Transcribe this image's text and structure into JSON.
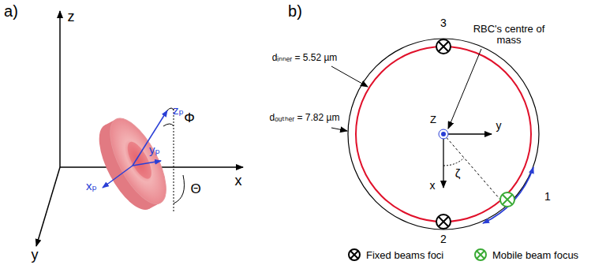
{
  "diagram": {
    "labels": [
      "a)",
      "z",
      "x",
      "y",
      "zₚ",
      "yₚ",
      "xₚ",
      "Φ",
      "Θ",
      "b)",
      "3",
      "RBC's centre of mass",
      "dᵢₙₙₑᵣ = 5.52 µm",
      "dₒᵤₜₕₑᵣ = 7.82 µm",
      "Z",
      "y",
      "ζ",
      "x",
      "1",
      "2"
    ],
    "legend": [
      {
        "text": "Fixed beams foci"
      },
      {
        "text": "Mobile beam focus"
      }
    ]
  }
}
